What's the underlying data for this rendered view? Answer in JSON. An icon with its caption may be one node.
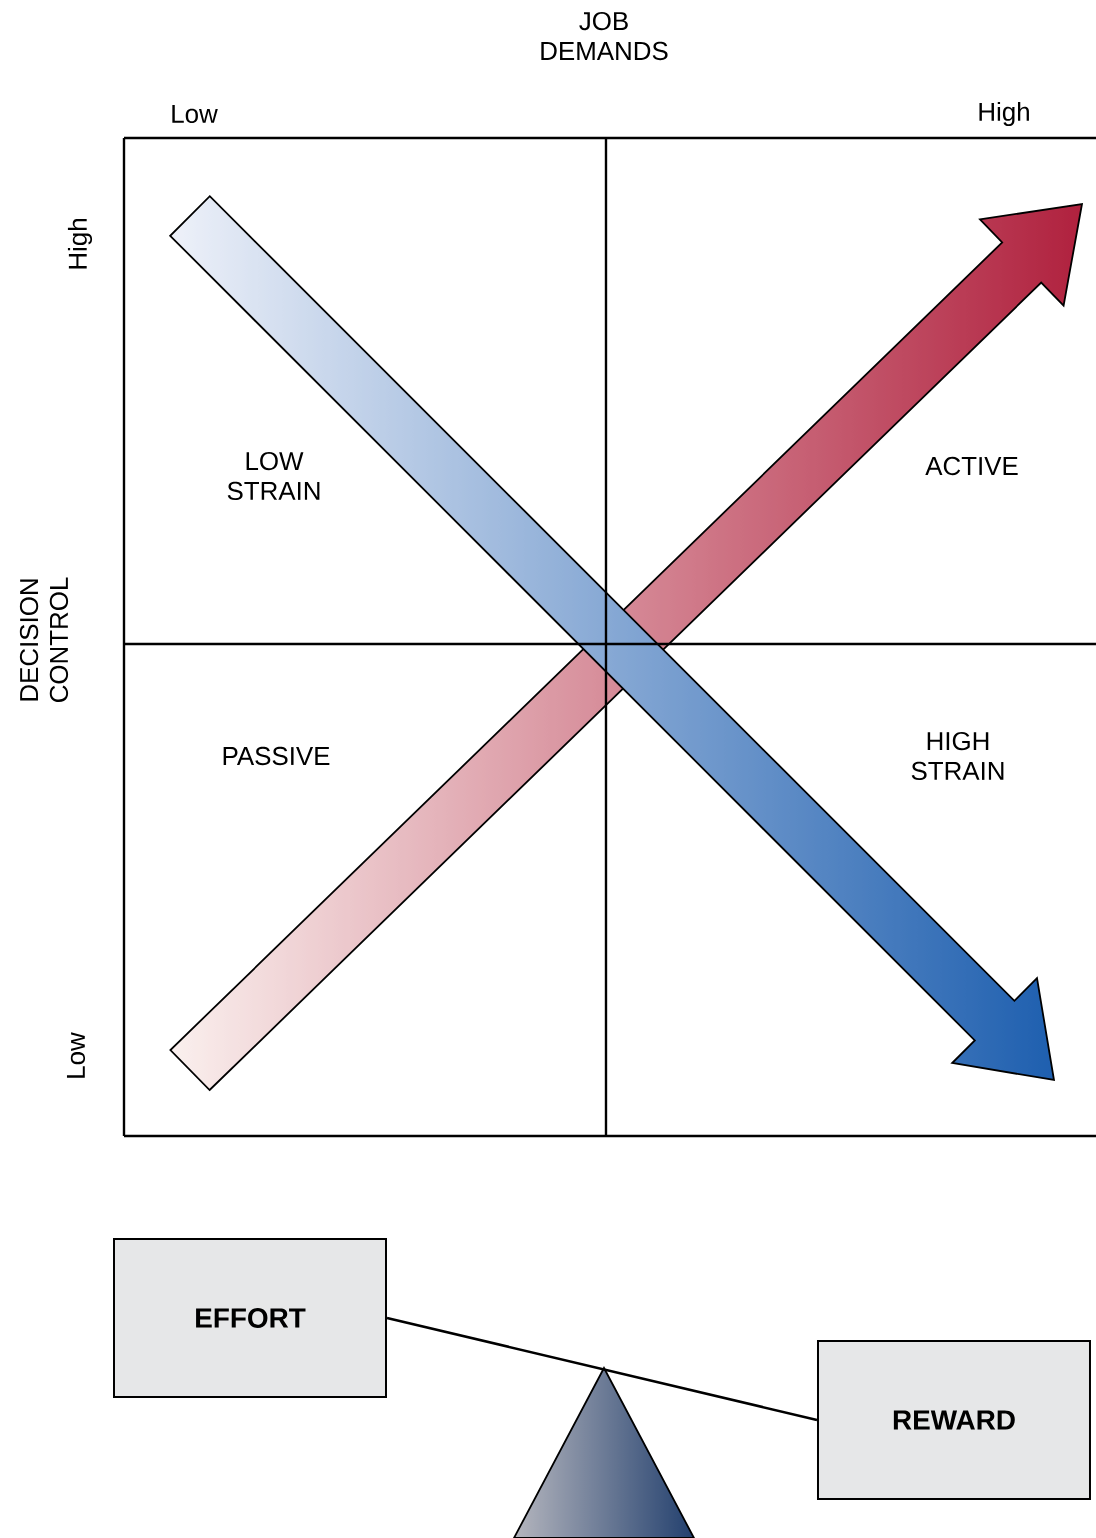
{
  "diagram": {
    "nodes": [
      {
        "text": [
          "EFFORT"
        ]
      },
      {
        "text": [
          "REWARD"
        ]
      }
    ],
    "edges": [
      {
        "from": 0,
        "to": 1,
        "arrow": "none"
      }
    ],
    "labels": [
      "JOB DEMANDS",
      "Low",
      "High",
      "High",
      "DECISION CONTROL",
      "LOW STRAIN",
      "ACTIVE",
      "PASSIVE",
      "HIGH STRAIN",
      "Low"
    ]
  }
}
